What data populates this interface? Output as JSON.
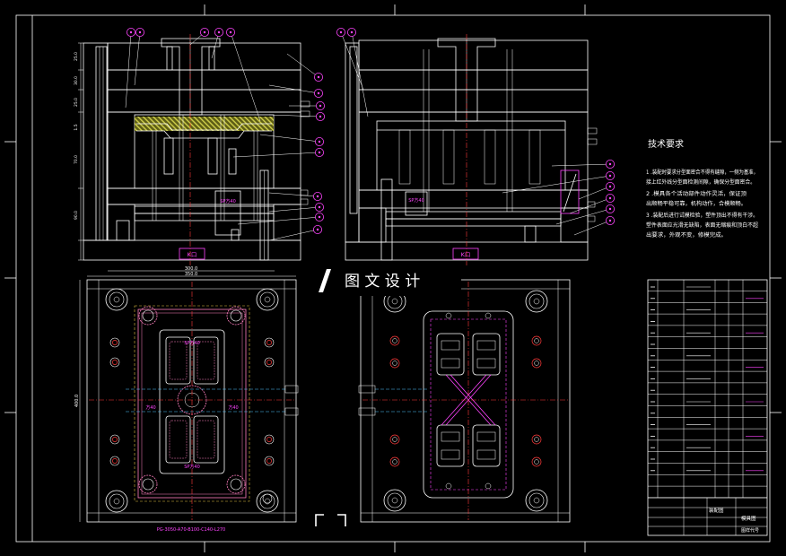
{
  "watermark": {
    "text": "图 文 设 计"
  },
  "section_a": {
    "dims": [
      "25.0",
      "30.0",
      "25.0",
      "1.5",
      "70.0",
      "90.0"
    ],
    "sp_label": "SP方40",
    "k_label": "K口"
  },
  "section_b": {
    "sp_label": "SP方40",
    "k_label": "K口"
  },
  "plan_a": {
    "dim_top": "300.0",
    "dim_top2": "350.0",
    "dim_left": "400.0",
    "labels": [
      "SP方40",
      "SP方40",
      "方40",
      "方40"
    ],
    "mold_base_code": "PG-3050-A70-B100-C140-L270"
  },
  "tech_req": {
    "title": "技术要求",
    "lines": [
      "1 .装配时要求分型面密合不得有缝隙，一侧为基准，",
      "接上红外线分型面检测间隙，确保分型面密合。",
      "2 .模具各个活动部件动作灵活，保证顶",
      "出顺畅平稳可靠，机构动作，合模顺畅。",
      "3 .装配后进行试模检验，塑件顶出不得有干涉。",
      "塑件表面应光滑无缺陷，表面无缩痕和顶白不超",
      "出要求，外观不变，修模完成。"
    ]
  },
  "title_block": {
    "drawing_type": "装配图",
    "name": "模具图",
    "code_label": "图样代号"
  },
  "colors": {
    "background": "#000000",
    "line": "#ffffff",
    "hatch": "#b4b43c",
    "insert": "#f2f25a",
    "callout": "#ff44ff",
    "center_line": "#ff3a3a",
    "cooling": "#4fc3ff"
  }
}
